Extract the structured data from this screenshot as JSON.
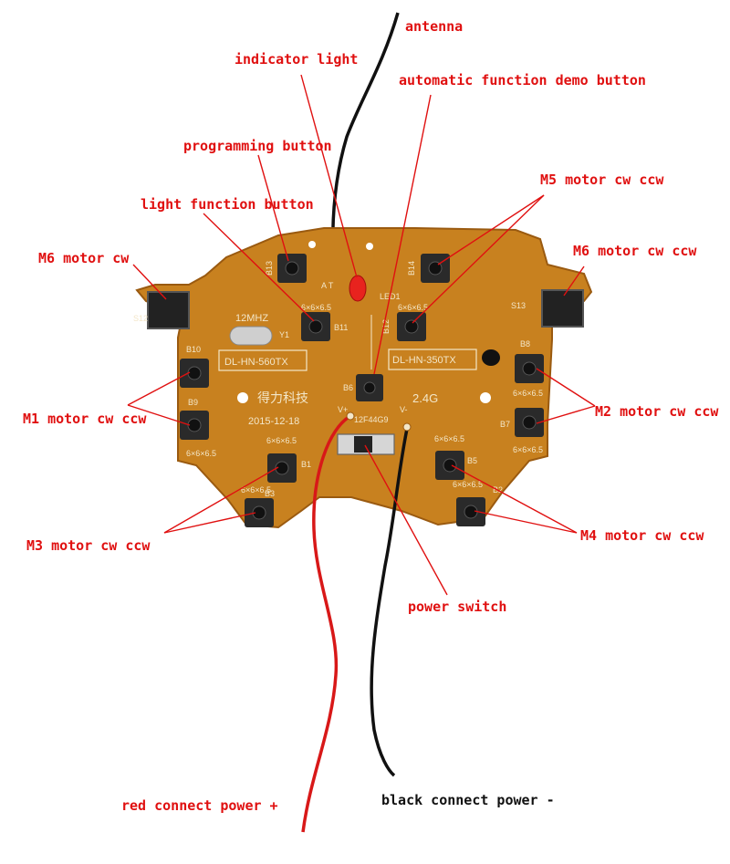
{
  "colors": {
    "annotation": "#e01010",
    "board": "#c8811f",
    "board_edge": "#9a5a10",
    "silkscreen": "#f3e6c8",
    "button_body": "#2a2a2a",
    "wire_red": "#d81818",
    "wire_black": "#111111",
    "led": "#e8231e"
  },
  "labels": {
    "antenna": "antenna",
    "indicator_light": "indicator light",
    "auto_demo": "automatic function demo button",
    "programming": "programming button",
    "light_function": "light function button",
    "m5": "M5 motor cw ccw",
    "m6_left": "M6 motor cw",
    "m6_right": "M6 motor cw ccw",
    "m1": "M1 motor cw ccw",
    "m2": "M2 motor cw ccw",
    "m3": "M3 motor cw ccw",
    "m4": "M4 motor cw ccw",
    "power_switch": "power switch",
    "red_power": "red connect power +",
    "black_power": "black connect power -"
  },
  "board": {
    "crystal": "12MHZ",
    "crystal_ref": "Y1",
    "model_left": "DL-HN-560TX",
    "model_right": "DL-HN-350TX",
    "chinese": "得力科技",
    "date": "2015-12-18",
    "freq": "2.4G",
    "chip": "12F44G9",
    "vplus": "V+",
    "vminus": "V-",
    "led_ref": "LED1",
    "ant_ref": "A T",
    "btn_size": "6×6×6.5",
    "refs": {
      "b1": "B1",
      "b2": "B2",
      "b3": "B3",
      "b5": "B5",
      "b6": "B6",
      "b7": "B7",
      "b8": "B8",
      "b9": "B9",
      "b10": "B10",
      "b11": "B11",
      "b12": "B12",
      "b13": "B13",
      "b14": "B14",
      "s12": "S12",
      "s13": "S13"
    }
  }
}
